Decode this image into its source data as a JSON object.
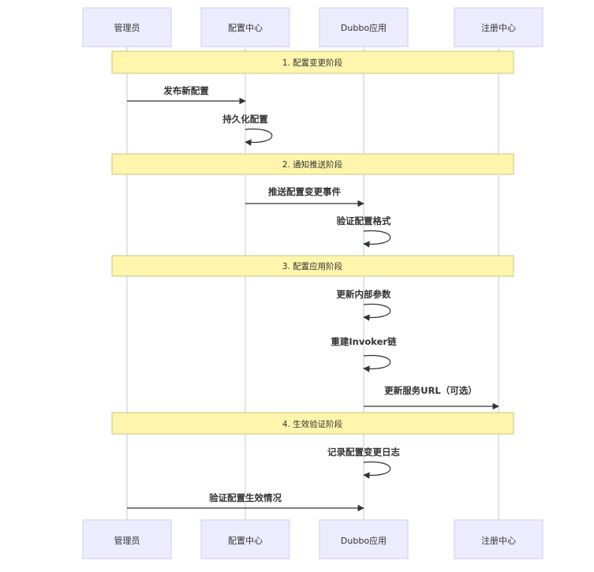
{
  "actors": [
    {
      "name": "管理员"
    },
    {
      "name": "配置中心"
    },
    {
      "name": "Dubbo应用"
    },
    {
      "name": "注册中心"
    }
  ],
  "notes": [
    {
      "text": "1. 配置变更阶段"
    },
    {
      "text": "2. 通知推送阶段"
    },
    {
      "text": "3. 配置应用阶段"
    },
    {
      "text": "4. 生效验证阶段"
    }
  ],
  "messages": [
    {
      "from": 0,
      "to": 1,
      "text": "发布新配置"
    },
    {
      "from": 1,
      "to": 1,
      "text": "持久化配置"
    },
    {
      "from": 1,
      "to": 2,
      "text": "推送配置变更事件"
    },
    {
      "from": 2,
      "to": 2,
      "text": "验证配置格式"
    },
    {
      "from": 2,
      "to": 2,
      "text": "更新内部参数"
    },
    {
      "from": 2,
      "to": 2,
      "text": "重建Invoker链"
    },
    {
      "from": 2,
      "to": 3,
      "text": "更新服务URL（可选）"
    },
    {
      "from": 2,
      "to": 2,
      "text": "记录配置变更日志"
    },
    {
      "from": 0,
      "to": 2,
      "text": "验证配置生效情况"
    }
  ]
}
